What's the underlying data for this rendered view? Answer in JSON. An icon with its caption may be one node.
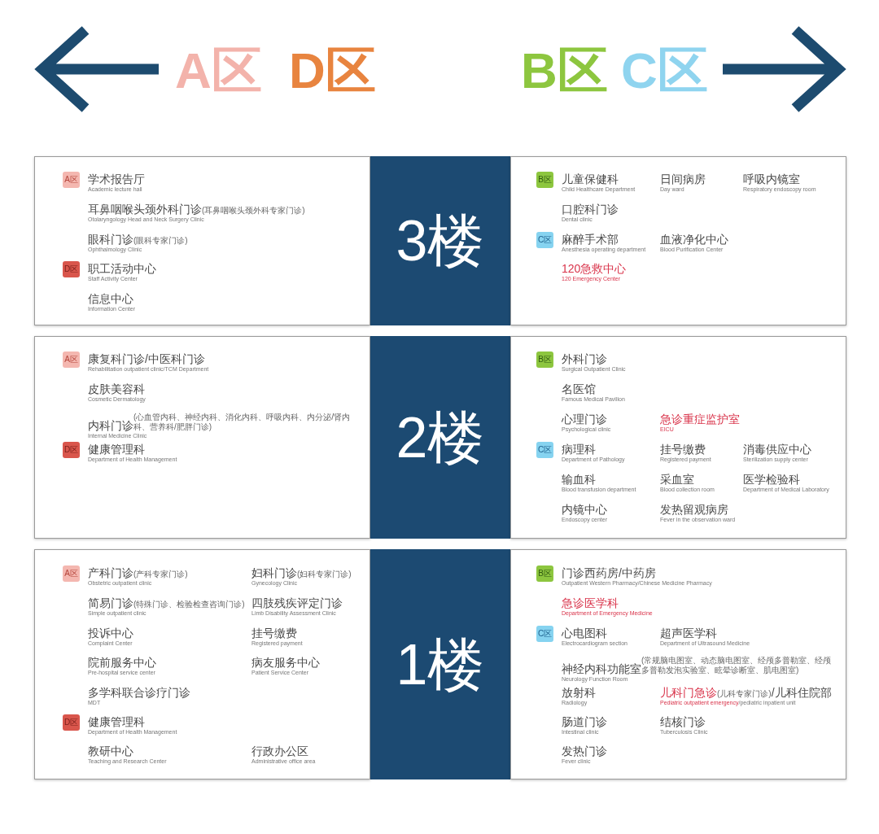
{
  "diagram": {
    "nodes": [
      {
        "text": [
          "学术报告厅",
          "Academic lecture hall",
          "耳鼻咽喉头颈外科门诊",
          "(耳鼻咽喉头颈外科专家门诊)",
          "Otolaryngology Head and Neck Surgery Clinic",
          "眼科门诊",
          "(眼科专家门诊)",
          "Ophthalmology Clinic",
          "职工活动中心",
          "Staff Activity Center",
          "信息中心",
          "Information Center"
        ]
      },
      {
        "text": [
          "A区"
        ],
        "in": 0
      },
      {
        "text": [
          "D区"
        ],
        "in": 0
      },
      {
        "text": [
          "3楼"
        ]
      },
      {
        "text": [
          "儿童保健科",
          "Child Healthcare Department",
          "日间病房",
          "Day ward",
          "呼吸内镜室",
          "Respiratory endoscopy room",
          "口腔科门诊",
          "Dental clinic",
          "麻醉手术部",
          "Anesthesia operating department",
          "血液净化中心",
          "Blood Purification Center",
          "120急救中心",
          "120 Emergency Center"
        ]
      },
      {
        "text": [
          "B区"
        ],
        "in": 4
      },
      {
        "text": [
          "C区"
        ],
        "in": 4
      },
      {
        "text": [
          "康复科门诊/中医科门诊",
          "Rehabilitation outpatient clinic/TCM Department",
          "皮肤美容科",
          "Cosmetic Dermatology",
          "内科门诊",
          "(心血管内科、神经内科、消化内科、呼吸内科、内分泌/肾内科、营养科/肥胖门诊)",
          "Internal Medicine Clinic",
          "健康管理科",
          "Department of Health Management"
        ]
      },
      {
        "text": [
          "A区"
        ],
        "in": 7
      },
      {
        "text": [
          "D区"
        ],
        "in": 7
      },
      {
        "text": [
          "2楼"
        ]
      },
      {
        "text": [
          "外科门诊",
          "Surgical Outpatient Clinic",
          "名医馆",
          "Famous Medical Pavilion",
          "心理门诊",
          "Psychological clinic",
          "急诊重症监护室",
          "EICU",
          "病理科",
          "Department of Pathology",
          "挂号缴费",
          "Registered payment",
          "消毒供应中心",
          "Sterilization supply center",
          "输血科",
          "Blood transfusion department",
          "采血室",
          "Blood collection room",
          "医学检验科",
          "Department of Medical Laboratory",
          "内镜中心",
          "Endoscopy center",
          "发热留观病房",
          "Fever in the observation ward"
        ]
      },
      {
        "text": [
          "B区"
        ],
        "in": 11
      },
      {
        "text": [
          "C区"
        ],
        "in": 11
      },
      {
        "text": [
          "产科门诊",
          "(产科专家门诊)",
          "Obstetric outpatient clinic",
          "妇科门诊",
          "(妇科专家门诊)",
          "Gynecology Clinic",
          "简易门诊",
          "(特殊门诊、检验检查咨询门诊)",
          "Simple outpatient clinic",
          "四肢残疾评定门诊",
          "Limb Disability Assessment Clinic",
          "投诉中心",
          "Complaint Center",
          "挂号缴费",
          "Registered payment",
          "院前服务中心",
          "Pre-hospital service center",
          "病友服务中心",
          "Patient Service Center",
          "多学科联合诊疗门诊",
          "MDT",
          "健康管理科",
          "Department of Health Management",
          "教研中心",
          "Teaching and Research Center",
          "行政办公区",
          "Administrative office area"
        ]
      },
      {
        "text": [
          "A区"
        ],
        "in": 14
      },
      {
        "text": [
          "D区"
        ],
        "in": 14
      },
      {
        "text": [
          "1楼"
        ]
      },
      {
        "text": [
          "门诊西药房/中药房",
          "Outpatient Western Pharmacy/Chinese Medicine Pharmacy",
          "急诊医学科",
          "Department of Emergency Medicine",
          "心电图科",
          "Electrocardiogram section",
          "超声医学科",
          "Department of Ultrasound Medicine",
          "神经内科功能室",
          "(常规脑电图室、动态脑电图室、经颅多普勒室、经颅多普勒发泡实验室、眩晕诊断室、肌电图室)",
          "Neurology Function Room",
          "放射科",
          "Radiology",
          "儿科门急诊",
          "(儿科专家门诊)",
          "/儿科住院部",
          "Pediatric outpatient emergency",
          "/pediatric inpatient unit",
          "肠道门诊",
          "Intestinal clinic",
          "结核门诊",
          "Tuberculosis Clinic",
          "发热门诊",
          "Fever clinic"
        ]
      },
      {
        "text": [
          "B区"
        ],
        "in": 18
      },
      {
        "text": [
          "C区"
        ],
        "in": 18
      }
    ],
    "labels": [
      "A区",
      "D区",
      "B区",
      "C区"
    ]
  }
}
